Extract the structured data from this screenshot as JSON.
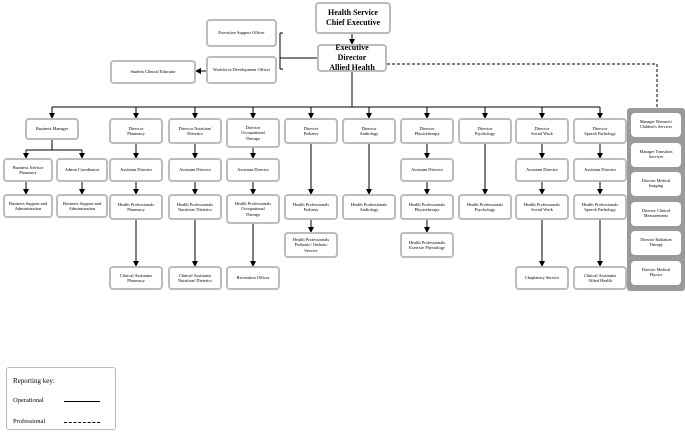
{
  "top": {
    "ceo": "Health Service\nChief Executive",
    "ed": "Executive Director\nAllied Health"
  },
  "side": {
    "exec_support": "Executive Support Officer",
    "workforce": "Workforce Development Officer",
    "clinical_educator": "Student Clinical Educator"
  },
  "directors": [
    {
      "id": "business",
      "label": "Business Manager"
    },
    {
      "id": "pharmacy",
      "label": "Director\nPharmacy"
    },
    {
      "id": "nutrition",
      "label": "Director Nutrition/\nDietetics"
    },
    {
      "id": "ot",
      "label": "Director\nOccupational\nTherapy"
    },
    {
      "id": "podiatry",
      "label": "Director\nPodiatry"
    },
    {
      "id": "audiology",
      "label": "Director\nAudiology"
    },
    {
      "id": "physio",
      "label": "Director\nPhysiotherapy"
    },
    {
      "id": "psychology",
      "label": "Director\nPsychology"
    },
    {
      "id": "socialwork",
      "label": "Director\nSocial Work"
    },
    {
      "id": "speech",
      "label": "Director\nSpeech Pathology"
    }
  ],
  "business_sub": {
    "admin_advisor": "Business Advisor\nPharmacy",
    "admin_coord": "Admin Coordinator",
    "bsa1": "Business Support and Administration",
    "bsa2": "Business Support and Administration"
  },
  "assistants": {
    "pharmacy": "Assistant Director",
    "nutrition": "Assistant Director",
    "ot": "Assistant Director",
    "physio": "Assistant Director",
    "socialwork": "Assistant Director",
    "speech": "Assistant Director"
  },
  "professionals": {
    "pharmacy": "Health Professionals\nPharmacy",
    "nutrition": "Health Professionals\nNutrition/ Dietetics",
    "ot": "Health Professionals\nOccupational\nTherapy",
    "podiatry": "Health Professionals\nPodiatry",
    "audiology": "Health Professionals\nAudiology",
    "physio": "Health Professionals\nPhysiotherapy",
    "psychology": "Health Professionals\nPsychology",
    "socialwork": "Health Professionals\nSocial Work",
    "speech": "Health Professionals\nSpeech Pathology"
  },
  "bottom": {
    "pharmacy": "Clinical Assistants\nPharmacy",
    "nutrition": "Clinical Assistants\nNutrition/ Dietetics",
    "ot": "Recreation Officer",
    "podiatry": "Health Professionals\nPodiatric/ Orthotic\nService",
    "physio": "Health Professionals\nExercise Physiology",
    "socialwork": "Chaplaincy Service",
    "speech": "Clinical Assistants\nAllied Health"
  },
  "professional_panel": [
    "Manager Women's/\nChildren's Services",
    "Manager Transition\nServices",
    "Director Medical\nImaging",
    "Director Clinical\nMeasurements",
    "Director Radiation\nTherapy",
    "Director Medical\nPhysics"
  ],
  "key": {
    "title": "Reporting key:",
    "operational": "Operational",
    "professional": "Professional"
  }
}
